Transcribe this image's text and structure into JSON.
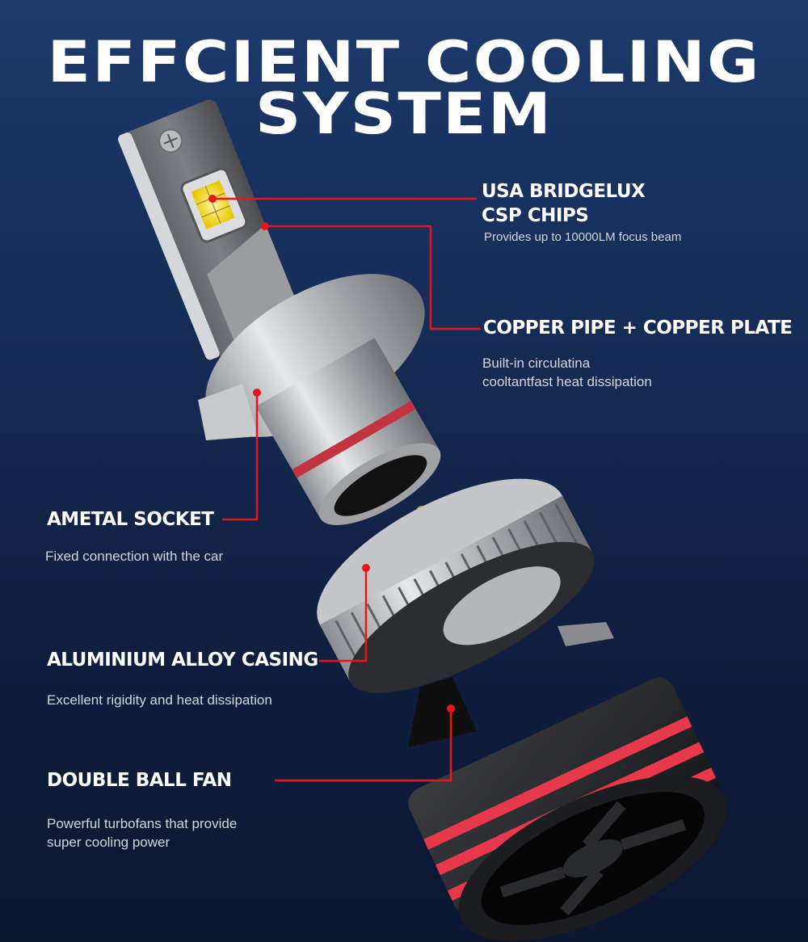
{
  "header": {
    "title_line1": "EFFCIENT COOLING",
    "title_line2": "SYSTEM"
  },
  "colors": {
    "background_top": "#1d3a6b",
    "background_bottom": "#0c1730",
    "leader_red": "#e8141e",
    "accent_ring_red": "#e8384c",
    "title_white": "#ffffff",
    "desc_gray": "#d3d6dc"
  },
  "features": [
    {
      "id": "chips",
      "title_lines": [
        "USA BRIDGELUX",
        "CSP CHIPS"
      ],
      "description_lines": [
        "Provides up to 10000LM focus beam"
      ]
    },
    {
      "id": "copper",
      "title_lines": [
        "COPPER PIPE + COPPER PLATE"
      ],
      "description_lines": [
        "Built-in circulatina",
        "cooltantfast heat dissipation"
      ]
    },
    {
      "id": "socket",
      "title_lines": [
        "AMETAL SOCKET"
      ],
      "description_lines": [
        "Fixed connection with the car"
      ]
    },
    {
      "id": "casing",
      "title_lines": [
        "ALUMINIUM ALLOY CASING"
      ],
      "description_lines": [
        "Excellent rigidity and heat dissipation"
      ]
    },
    {
      "id": "fan",
      "title_lines": [
        "DOUBLE BALL FAN"
      ],
      "description_lines": [
        "Powerful turbofans that provide",
        "super cooling power"
      ]
    }
  ],
  "product": {
    "name": "LED headlight bulb exploded view",
    "icons": [
      "led-chip-icon",
      "screw-icon",
      "heatsink-icon",
      "fan-icon"
    ]
  }
}
